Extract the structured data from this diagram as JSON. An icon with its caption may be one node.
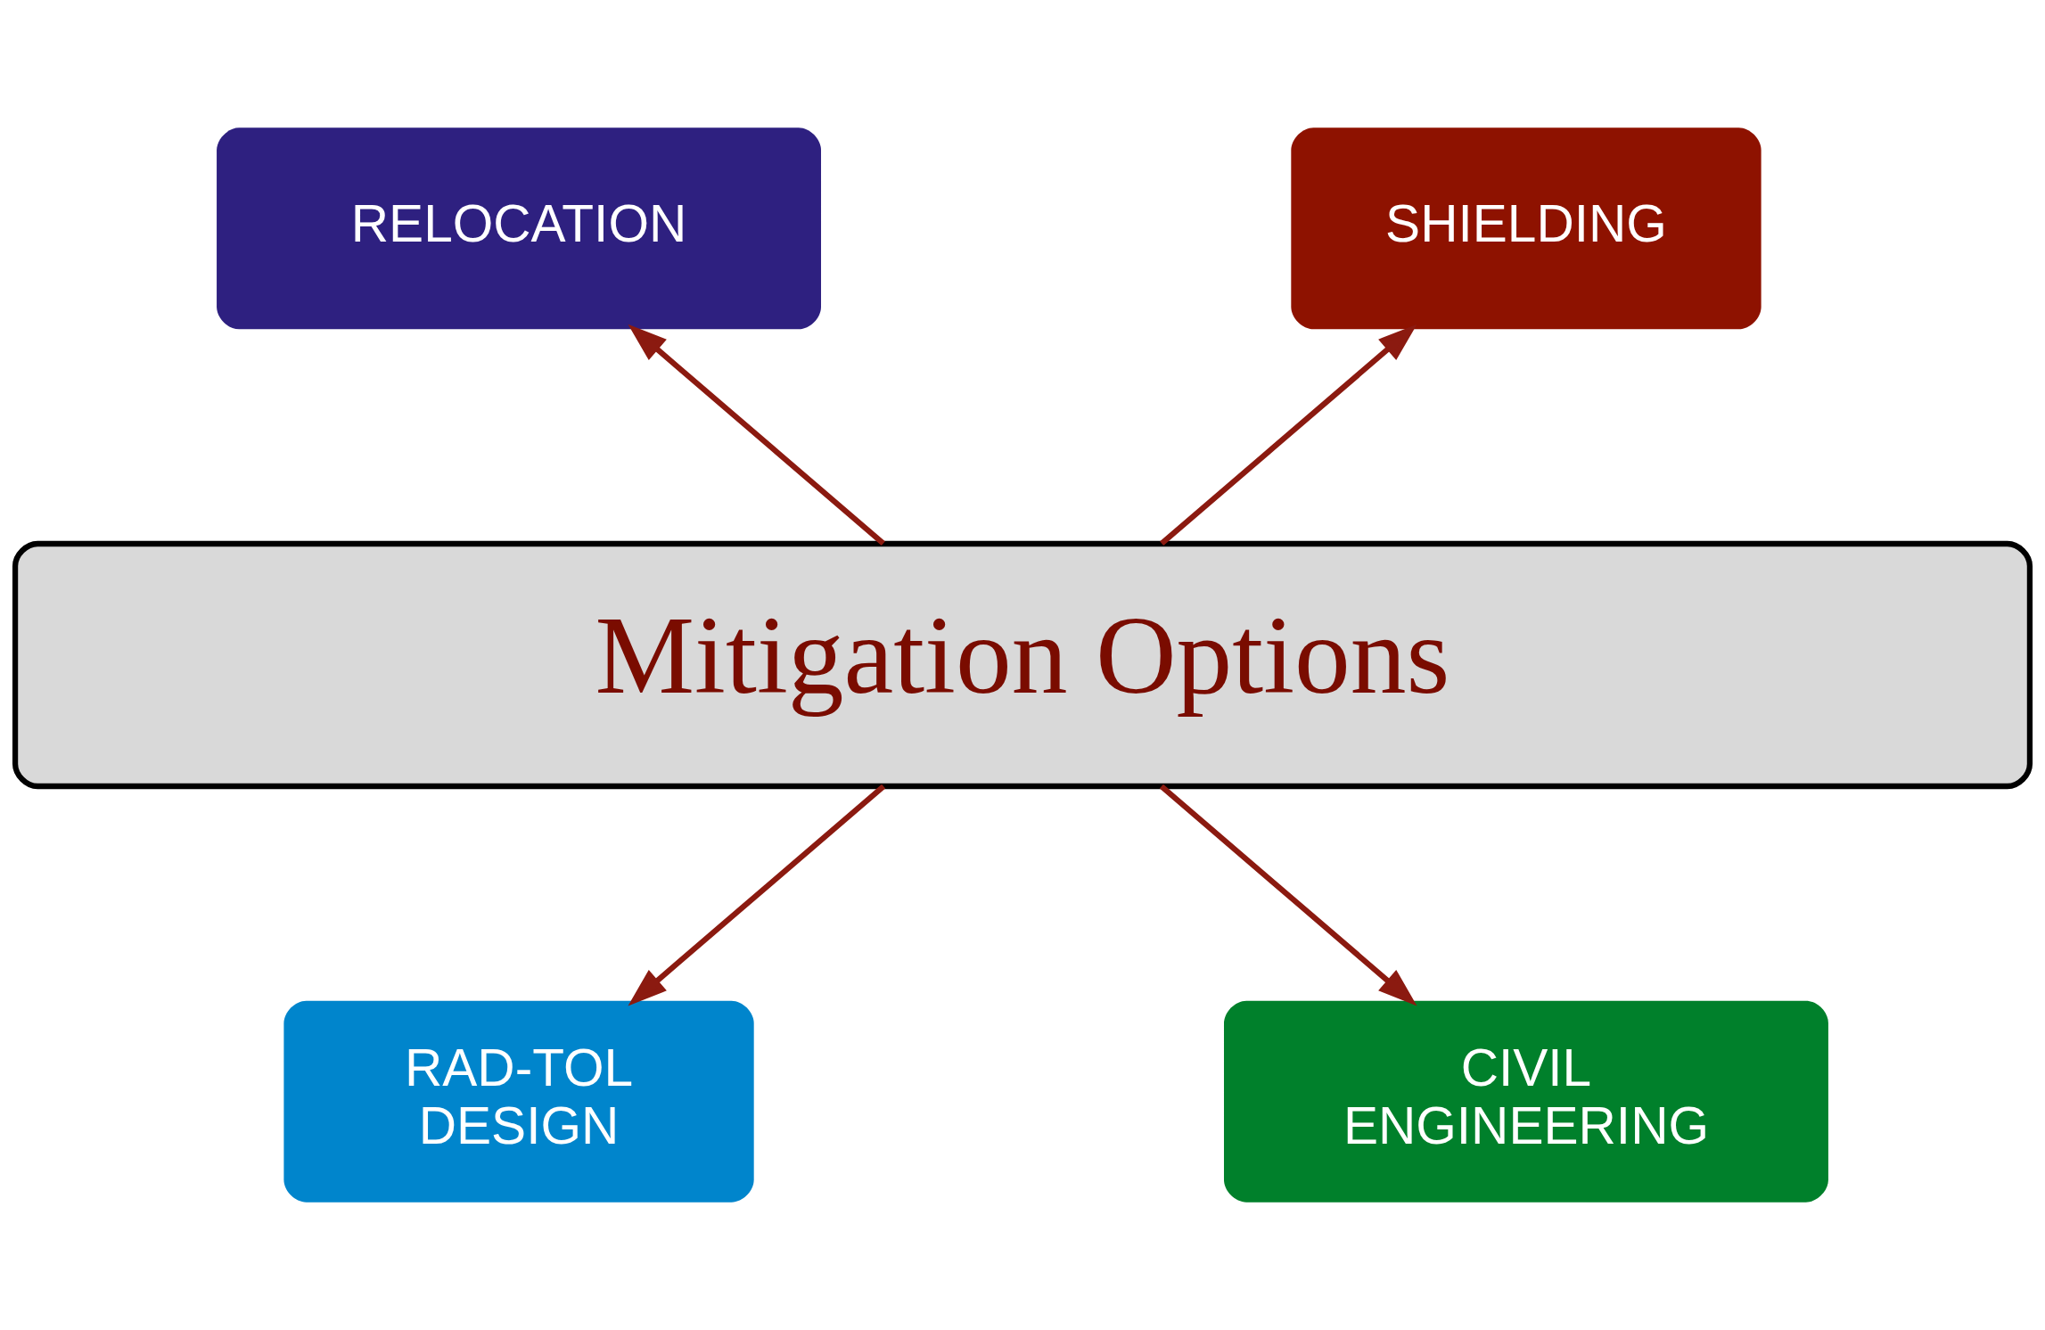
{
  "diagram": {
    "nodes": [
      {
        "text": [
          "RELOCATION"
        ]
      },
      {
        "text": [
          "SHIELDING"
        ]
      },
      {
        "text": [
          "Mitigation Options"
        ]
      },
      {
        "text": [
          "RAD-TOL DESIGN"
        ]
      },
      {
        "text": [
          "CIVIL ENGINEERING"
        ]
      }
    ],
    "edges": [
      {
        "from": 2,
        "to": 0,
        "arrow": "to"
      },
      {
        "from": 2,
        "to": 1,
        "arrow": "to"
      },
      {
        "from": 2,
        "to": 3,
        "arrow": "to"
      },
      {
        "from": 2,
        "to": 4,
        "arrow": "to"
      }
    ]
  }
}
